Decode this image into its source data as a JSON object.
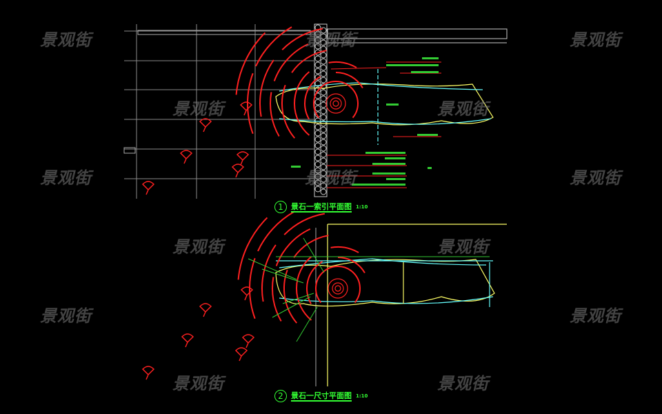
{
  "watermark": "景观街",
  "drawings": [
    {
      "number": "1",
      "title": "景石一索引平面图",
      "scale": "1:10"
    },
    {
      "number": "2",
      "title": "景石一尺寸平面图",
      "scale": "1:10"
    }
  ],
  "colors": {
    "background": "#000000",
    "grid": "#9a9a9a",
    "rock": "#ffff66",
    "water": "#66ffff",
    "arcs": "#ff2020",
    "text": "#33ff33"
  }
}
